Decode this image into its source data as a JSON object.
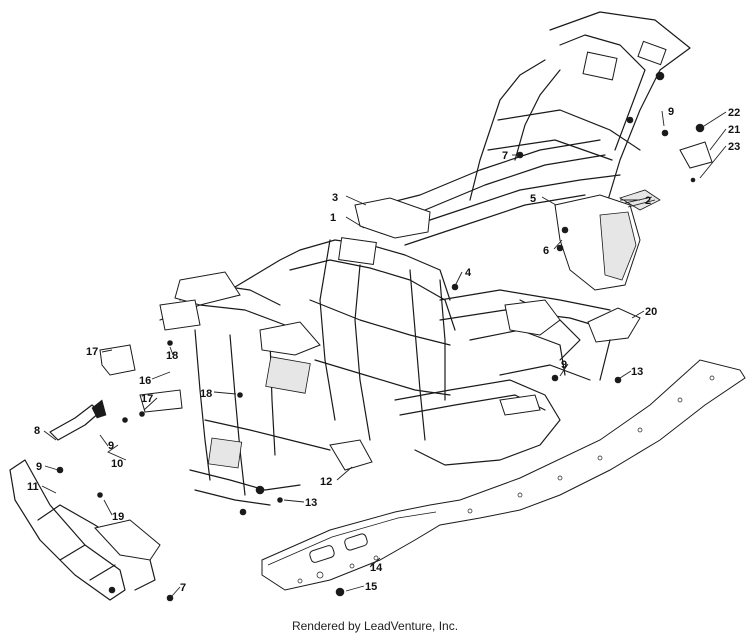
{
  "callouts": {
    "c1": "1",
    "c2": "2",
    "c3": "3",
    "c4": "4",
    "c5": "5",
    "c6": "6",
    "c7a": "7",
    "c7b": "7",
    "c8": "8",
    "c9a": "9",
    "c9b": "9",
    "c9c": "9",
    "c9d": "9",
    "c10": "10",
    "c11": "11",
    "c12": "12",
    "c13a": "13",
    "c13b": "13",
    "c14": "14",
    "c15": "15",
    "c16": "16",
    "c17a": "17",
    "c17b": "17",
    "c18a": "18",
    "c18b": "18",
    "c19": "19",
    "c20": "20",
    "c21": "21",
    "c22": "22",
    "c23": "23"
  },
  "footer": {
    "credit": "Rendered by LeadVenture, Inc."
  }
}
